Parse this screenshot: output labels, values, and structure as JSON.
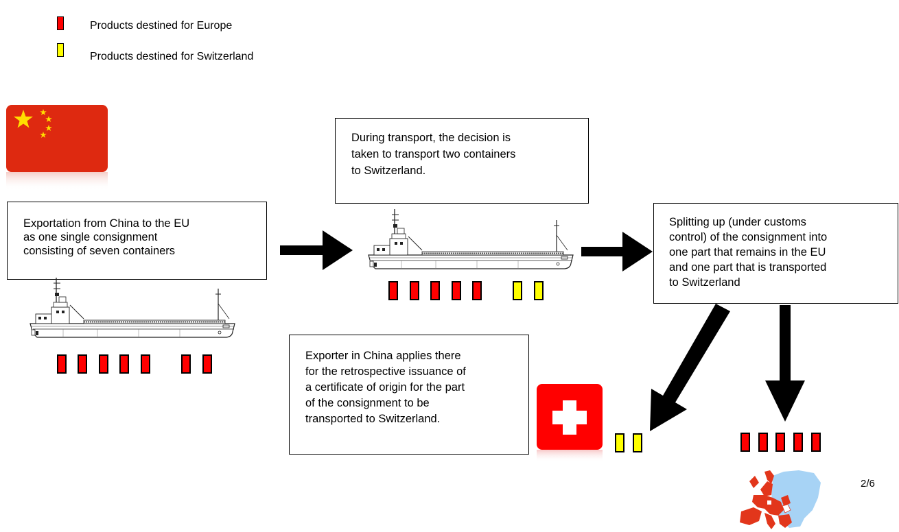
{
  "colors": {
    "europe": "#ff0000",
    "switzerland": "#ffff00",
    "china_flag": "#de2910",
    "swiss_flag": "#ff0000"
  },
  "legend": [
    {
      "label": "Products destined for Europe",
      "color": "#ff0000"
    },
    {
      "label": "Products destined for Switzerland",
      "color": "#ffff00"
    }
  ],
  "boxes": {
    "export": "Exportation from China to the EU as one single consignment consisting of seven containers",
    "decision": "During transport, the decision is taken to transport two containers to Switzerland.",
    "splitting": "Splitting up (under customs control) of the consignment into one part that remains in the EU and one part that is transported to Switzerland",
    "retro": "Exporter in China applies there for the retrospective issuance of a certificate of origin for the part of the consignment to be transported to Switzerland."
  },
  "box_lines": {
    "export": [
      "Exportation from China to the EU",
      "as one single consignment",
      "consisting of seven containers"
    ],
    "decision": [
      "During transport, the decision is",
      "taken to transport two containers",
      "to Switzerland."
    ],
    "splitting": [
      "Splitting up (under customs",
      "control) of the consignment into",
      "one part that remains in the EU",
      "and one part that is transported",
      "to Switzerland"
    ],
    "retro": [
      "Exporter in China applies there",
      "for the retrospective issuance of",
      "a certificate of origin for the part",
      "of the consignment to be",
      "transported to Switzerland."
    ]
  },
  "containers": {
    "china_ship": [
      "red",
      "red",
      "red",
      "red",
      "red",
      "red",
      "red"
    ],
    "transit_ship": [
      "red",
      "red",
      "red",
      "red",
      "red",
      "yellow",
      "yellow"
    ],
    "switzerland": [
      "yellow",
      "yellow"
    ],
    "eu": [
      "red",
      "red",
      "red",
      "red",
      "red"
    ]
  },
  "icons": {
    "china_flag": "china-flag-icon",
    "swiss_flag": "swiss-flag-icon",
    "ship": "cargo-ship-icon",
    "europe_map": "europe-map-icon"
  },
  "page_number": "2/6"
}
